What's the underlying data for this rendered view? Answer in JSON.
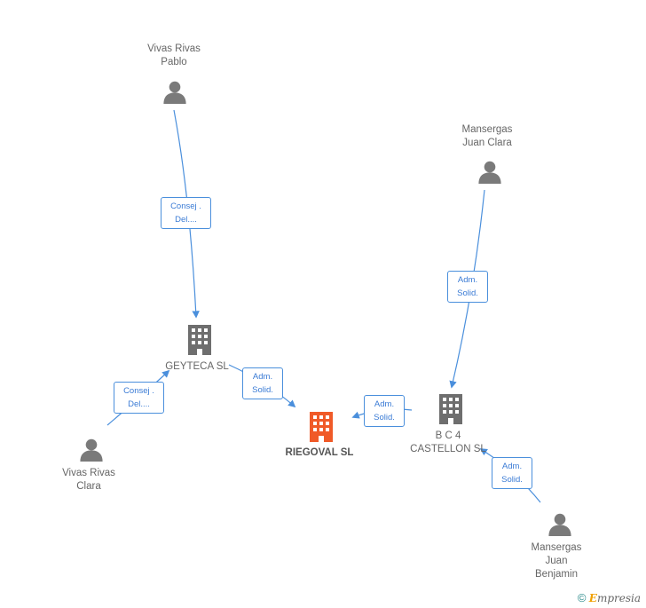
{
  "colors": {
    "person": "#7a7a7a",
    "company": "#6e6e6e",
    "main_company": "#f05a28",
    "edge": "#4a8fdc"
  },
  "nodes": {
    "vivas_rivas_pablo": {
      "label": "Vivas Rivas\nPablo",
      "icon": "person-icon"
    },
    "mansergas_juan_clara": {
      "label": "Mansergas\nJuan Clara",
      "icon": "person-icon"
    },
    "geyteca": {
      "label": "GEYTECA SL",
      "icon": "building-icon"
    },
    "riegoval": {
      "label": "RIEGOVAL SL",
      "icon": "building-icon"
    },
    "bc4": {
      "label": "B C 4\nCASTELLON SL",
      "icon": "building-icon"
    },
    "vivas_rivas_clara": {
      "label": "Vivas Rivas\nClara",
      "icon": "person-icon"
    },
    "mansergas_juan_benjamin": {
      "label": "Mansergas\nJuan\nBenjamin",
      "icon": "person-icon"
    }
  },
  "edges": {
    "pablo_geyteca": {
      "label": "Consej .\nDel...."
    },
    "clara_geyteca": {
      "label": "Consej .\nDel...."
    },
    "geyteca_riegoval": {
      "label": "Adm.\nSolid."
    },
    "bc4_riegoval": {
      "label": "Adm.\nSolid."
    },
    "juanclara_bc4": {
      "label": "Adm.\nSolid."
    },
    "benjamin_bc4": {
      "label": "Adm.\nSolid."
    }
  },
  "footer": {
    "copyright": "©",
    "brand_first": "E",
    "brand_rest": "mpresia"
  }
}
